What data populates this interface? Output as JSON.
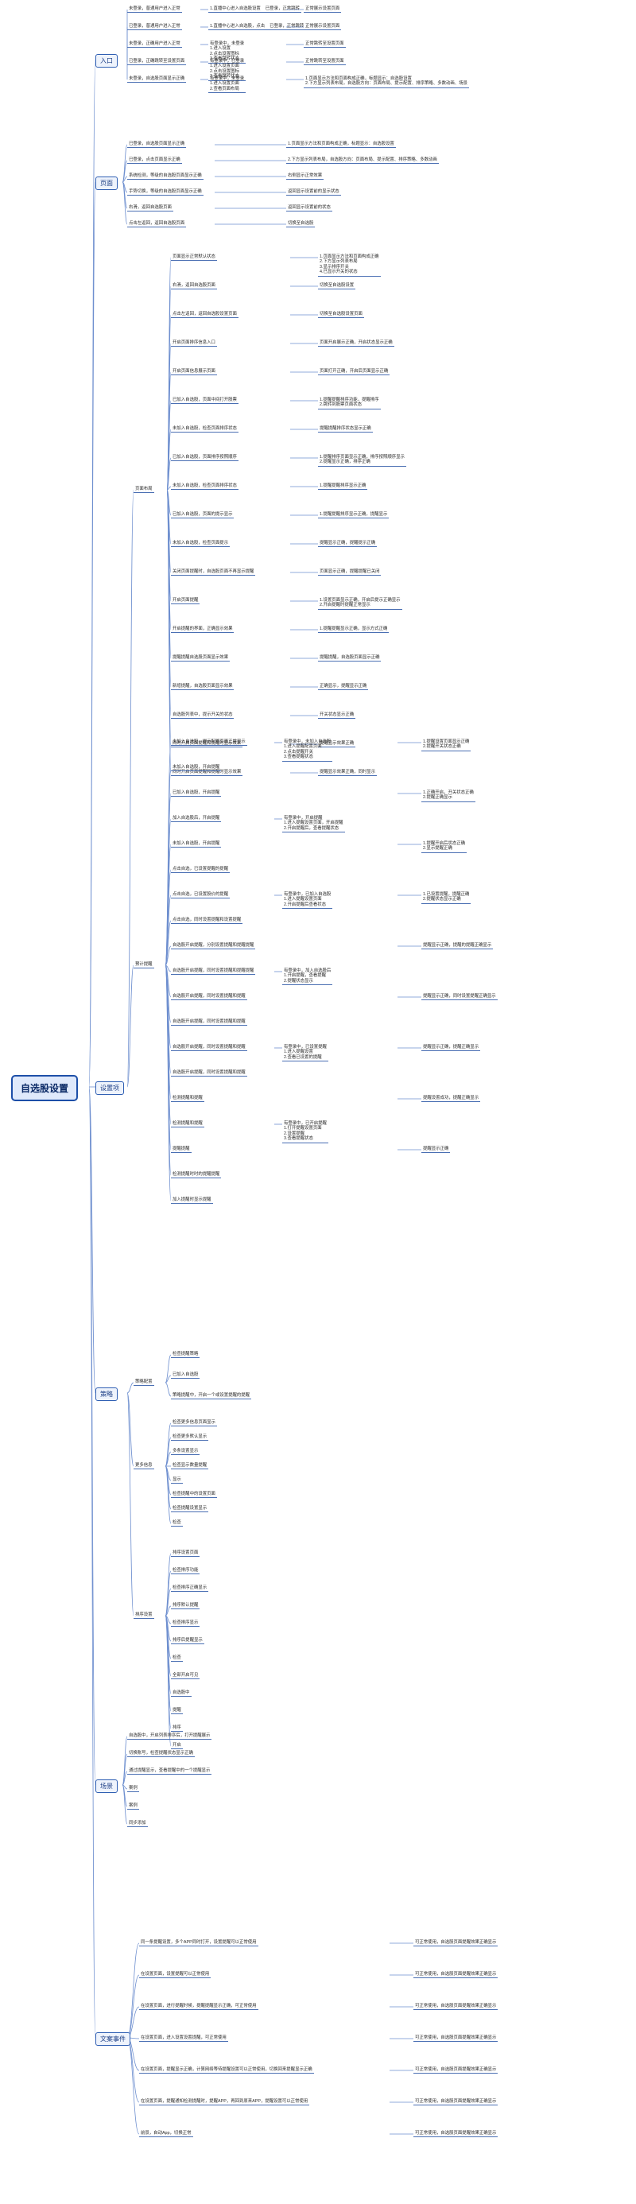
{
  "root": "自选股设置",
  "branches": [
    {
      "id": "entry",
      "label": "入口"
    },
    {
      "id": "page",
      "label": "页面"
    },
    {
      "id": "settings",
      "label": "设置项"
    },
    {
      "id": "strategy",
      "label": "策略"
    },
    {
      "id": "entry_misc",
      "label": "场景"
    },
    {
      "id": "copy",
      "label": "文案事件"
    }
  ],
  "subbranches": [
    {
      "id": "pagelayout",
      "label": "页面布局"
    },
    {
      "id": "remind",
      "label": "预计提醒"
    },
    {
      "id": "strategy_set",
      "label": "策略配置"
    },
    {
      "id": "more",
      "label": "更多信息"
    },
    {
      "id": "sort",
      "label": "排序设置"
    }
  ],
  "entry_items": [
    "未登录，普通用户进入正常",
    "已登录，普通用户进入正常",
    "未登录，正确用户进入正常",
    "已登录，正确跳转至设置页面",
    "未登录，自选股页面显示正确"
  ],
  "entry_conditions": [
    "1.直播中心进入自选股设置    已登录，正常跳转",
    "1.直播中心进入自选股，点击    已登录，正常跳转",
    "有登录中，未登录\n1.进入设置\n2.点击设置图标\n3.查看跳转状态",
    "有登录中，已登录\n1.进入设置页面\n2.点击设置图标\n3.查看跳转状态",
    "有登录中，未登录\n1.进入设置页面\n2.查看页面布局"
  ],
  "entry_results": [
    "正常展示设置页面",
    "正常展示设置页面",
    "正常跳转至设置页面",
    "正常跳转至设置页面",
    "1.页面显示方法和页面构成正确，标题显示：自选股设置\n2.下方显示列表布局，自选股方向：页面布局、提示配置、排序策略、多数动画、场景"
  ],
  "page_items": [
    "已登录，自选股页面显示正确",
    "已登录，点击页面显示正确",
    "系统检测，等级的自选股页面显示正确",
    "手势切换，等级的自选股页面显示正确",
    "右滑，返回自选股页面",
    "点击左返回，返回自选股页面"
  ],
  "page_results": [
    "1.页面显示方法和页面构成正确，标题显示：自选股设置",
    "2.下方显示列表布局，自选股方向：页面布局、提示配置、排序策略、多数动画",
    "右侧显示正常效果",
    "返回显示设置前的显示状态",
    "返回显示设置前的状态",
    "切换至自选股"
  ],
  "layout_items": [
    "页面显示正常默认状态",
    "右滑，返回自选股页面",
    "点击左返回，返回自选股设置页面",
    "开启页面排序信息入口",
    "开启页面信息展示页面",
    "已加入自选股，页面中间打开股票",
    "未加入自选股，检查页面排序状态",
    "已加入自选股，页面排序按照顺序",
    "未加入自选股，检查页面排序状态",
    "已加入自选股，页面的提示显示",
    "未加入自选股，检查页面提示",
    "关闭页面提醒时，自选股页面不再显示提醒",
    "开启页面提醒",
    "开启提醒的界面，正确显示效果",
    "提醒提醒自选股页面显示效果",
    "新增提醒，自选股页面显示效果",
    "自选股列表中，提示开关的状态",
    "同时开启页面提醒和提醒时显示效果",
    "同时开启页面提醒和提醒时显示效果"
  ],
  "layout_results": [
    "1.页面显示方法和页面构成正确\n2.下方显示列表布局\n3.显示排序开关\n4.已显示开关的状态",
    "切换至自选股设置",
    "切换至自选股设置页面",
    "页面开启展示正确，开启状态显示正确",
    "页面打开正确，开启后页面显示正确",
    "1.提醒提醒排序功能，提醒排序\n2.跳转到股票页面状态",
    "提醒提醒排序状态显示正确",
    "1.提醒排序页面显示正确，排序按照顺序显示\n2.提醒显示正确，排序正确",
    "1.提醒提醒排序显示正确",
    "1.提醒提醒排序显示正确，提醒显示",
    "提醒显示正确，提醒提示正确",
    "页面显示正确，提醒提醒已关闭",
    "1.设置页面显示正确，开启后提示正确显示\n2.开启提醒时提醒正常显示",
    "1.提醒提醒显示正确，显示方式正确",
    "提醒提醒，自选股页面显示正确",
    "正确显示，提醒显示正确",
    "开关状态显示正确",
    "提醒显示效果正确",
    "提醒显示效果正确，同时显示"
  ],
  "remind_items": [
    "未加入自选股，提示配置页面正常显示",
    "未加入自选股，开启提醒",
    "已加入自选股，开启提醒",
    "加入自选股后，开启提醒",
    "未加入自选股，开启提醒",
    "点击自选，已设置提醒的提醒",
    "点击自选，已设置股价的提醒",
    "点击自选，同时设置提醒和设置提醒",
    "自选股开启提醒，分别设置提醒和提醒提醒",
    "自选股开启提醒，同时设置提醒和提醒提醒",
    "自选股开启提醒，同时设置提醒和提醒",
    "自选股开启提醒，同时设置提醒和提醒",
    "自选股开启提醒，同时设置提醒和提醒",
    "自选股开启提醒，同时设置提醒和提醒",
    "检测提醒和提醒",
    "检测提醒和提醒",
    "提醒提醒",
    "检测提醒时时的提醒提醒",
    "加入提醒时显示提醒"
  ],
  "remind_conditions": [
    "有登录中，未加入自选股\n1.进入提醒配置页面\n2.点击提醒开关\n3.查看提醒状态",
    "有登录中，开启提醒\n1.进入提醒设置页面，开启提醒\n2.开启提醒后，查看提醒状态",
    "有登录中，已加入自选股\n1.进入提醒设置页面\n2.开启提醒后查看状态",
    "有登录中，加入自选股后\n1.开启提醒，查看提醒\n2.提醒状态显示",
    "有登录中，已设置提醒\n1.进入提醒设置\n2.查看已设置的提醒",
    "有登录中，已开启提醒\n1.打开提醒设置页面\n2.设置提醒\n3.查看提醒状态"
  ],
  "remind_results": [
    "1.提醒设置页面显示正确\n2.提醒开关状态正确",
    "1.正确开启，开关状态正确\n2.提醒正确显示",
    "1.提醒开启后状态正确\n2.显示提醒正确",
    "1.已设置提醒，提醒正确\n2.提醒状态显示正确",
    "提醒显示正确，提醒的提醒正确显示",
    "提醒显示正确，同时设置提醒正确显示",
    "提醒显示正确，提醒正确显示",
    "提醒设置成功，提醒正确显示",
    "提醒显示正确"
  ],
  "strategy_items": [
    "检查提醒策略",
    "已加入自选股",
    "策略提醒中，开启一个或设置提醒的提醒"
  ],
  "more_items": [
    "检查更多信息页面显示",
    "检查更多默认显示",
    "多条设置显示",
    "检查显示数量提醒",
    "显示",
    "检查提醒中的设置页面",
    "检查提醒设置显示",
    "检查"
  ],
  "sort_items": [
    "排序设置页面",
    "检查排序功能",
    "检查排序正确显示",
    "排序默认提醒",
    "检查排序显示",
    "排序后提醒显示",
    "检查",
    "全部开启可见",
    "自选股中",
    "提醒",
    "排序",
    "开启"
  ],
  "misc_items": [
    "自选股中，开启列表排序后，打开提醒展示",
    "切换账号，检查提醒状态显示正确",
    "通过提醒显示，查看提醒中的一个提醒显示",
    "案例",
    "案例",
    "同步添加"
  ],
  "copy_items": [
    "同一条提醒设置，多个APP同时打开，设置提醒可以正常使用",
    "在设置页面，设置提醒可以正常使用",
    "在设置页面，进行提醒时候，提醒提醒显示正确，可正常使用",
    "在设置页面，进入设置设置提醒，可正常使用",
    "在设置页面，提醒显示正确，计算网络等待提醒设置可以正常使用，切换回来提醒显示正确",
    "在设置页面，提醒通知检测提醒时，提醒APP，再回到原来APP，提醒设置可以正常使用",
    "前景，自动App，切换正常"
  ],
  "copy_results": [
    "可正常使用，自选股页面提醒效果正确显示",
    "可正常使用，自选股页面提醒效果正确显示",
    "可正常使用，自选股页面提醒效果正确显示",
    "可正常使用，自选股页面提醒效果正确显示",
    "可正常使用，自选股页面提醒效果正确显示",
    "可正常使用，自选股页面提醒效果正确显示",
    "可正常使用，自选股页面提醒效果正确显示"
  ],
  "colors": {
    "link": "#6e8fcf",
    "underline": "#4a6fb3",
    "root_border": "#1d4fa8",
    "root_fill": "#dfe9fb"
  }
}
